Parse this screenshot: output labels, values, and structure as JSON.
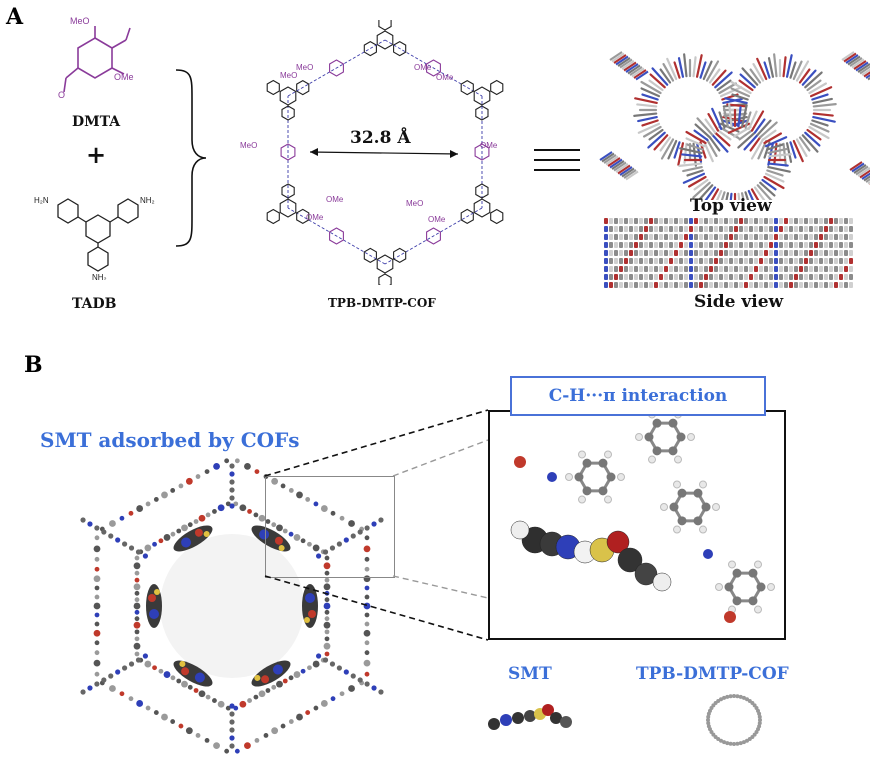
{
  "panel_a": {
    "letter": "A",
    "dmta_label": "DMTA",
    "plus": "+",
    "tadb_label": "TADB",
    "cof_label": "TPB-DMTP-COF",
    "pore_size": "32.8 Å",
    "top_view": "Top view",
    "side_view": "Side view",
    "meo": "MeO",
    "ome": "OMe",
    "nh2": "NH₂",
    "h2n": "H₂N",
    "colors": {
      "purple": "#8a3b9a",
      "blue_n": "#3a3aa8"
    }
  },
  "panel_b": {
    "letter": "B",
    "title": "SMT adsorbed by COFs",
    "callout": "C-H···π interaction",
    "legend_smt": "SMT",
    "legend_cof": "TPB-DMTP-COF",
    "colors": {
      "accent": "#3b6fd8"
    }
  }
}
